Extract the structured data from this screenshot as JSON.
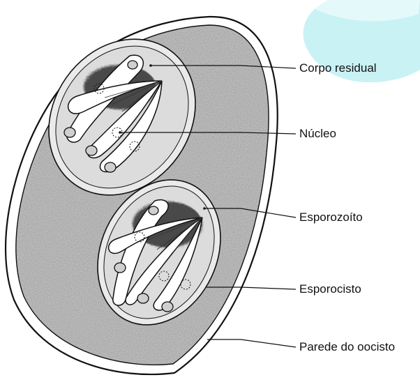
{
  "diagram": {
    "labels": {
      "corpo_residual": "Corpo residual",
      "nucleo": "Núcleo",
      "esporozoito": "Esporozoíto",
      "esporocisto": "Esporocisto",
      "parede_do_oocisto": "Parede do oocisto"
    },
    "colors": {
      "oocyst_fill": "#d9d9d9",
      "sporocyst_fill": "#e4e4e4",
      "residual_body": "#5a5a5a",
      "outline": "#111111",
      "watermark": "#c9f2f5"
    }
  }
}
